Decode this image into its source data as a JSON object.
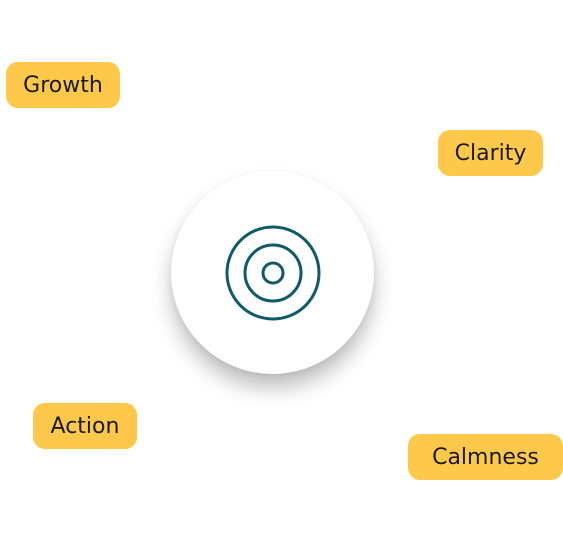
{
  "colors": {
    "pill_background": "#FEC84B",
    "pill_text": "#1a1a1a",
    "icon_stroke": "#0F5A6A",
    "circle_background": "#ffffff"
  },
  "pills": {
    "growth": "Growth",
    "clarity": "Clarity",
    "action": "Action",
    "calmness": "Calmness"
  },
  "center": {
    "icon": "target-icon"
  }
}
